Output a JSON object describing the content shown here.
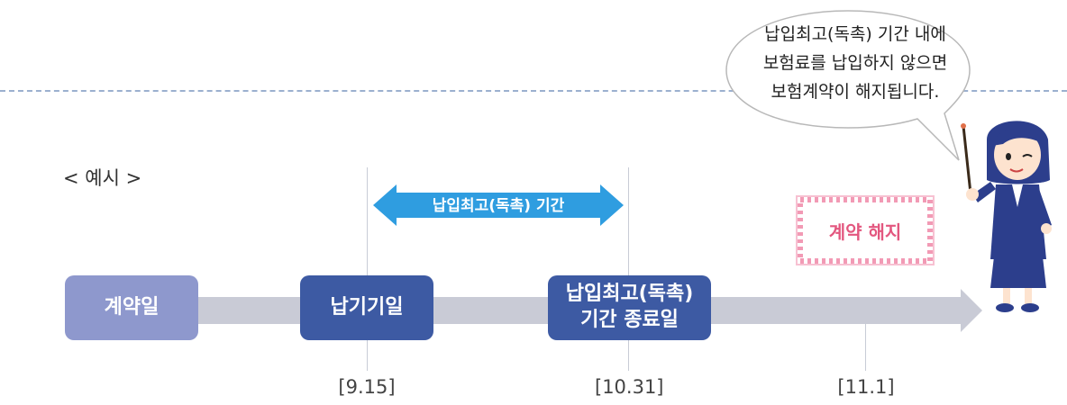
{
  "example_label": "< 예시 >",
  "speech_bubble": {
    "lines": [
      "납입최고(독촉) 기간 내에",
      "보험료를 납입하지 않으면",
      "보험계약이 해지됩니다."
    ]
  },
  "grace_period_arrow": {
    "label": "납입최고(독촉) 기간"
  },
  "termination_label": "계약 해지",
  "timeline": {
    "contract_date": "계약일",
    "due_date": "납기기일",
    "grace_end_line1": "납입최고(독촉)",
    "grace_end_line2": "기간 종료일"
  },
  "dates": {
    "due": "[9.15]",
    "grace_end": "[10.31]",
    "termination": "[11.1]"
  },
  "colors": {
    "light_box": "#8e98cd",
    "dark_box": "#3d5aa3",
    "arrow_blue": "#2f9de0",
    "timeline_gray": "#c9cbd6",
    "termination_pink": "#e3577f"
  },
  "icons": {
    "character": "teacher-with-pointer-icon",
    "bubble": "speech-bubble-icon"
  }
}
